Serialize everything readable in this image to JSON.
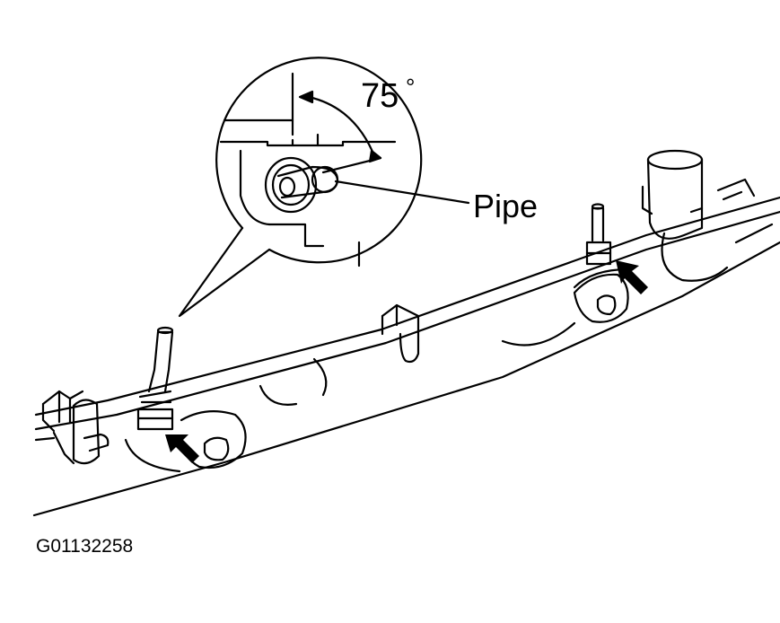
{
  "diagram": {
    "angle_value": "75",
    "angle_unit": "°",
    "pipe_label": "Pipe",
    "figure_id": "G01132258"
  },
  "colors": {
    "line": "#000000",
    "background": "#ffffff"
  },
  "icons": [
    "arrow-icon",
    "arrow-icon"
  ]
}
